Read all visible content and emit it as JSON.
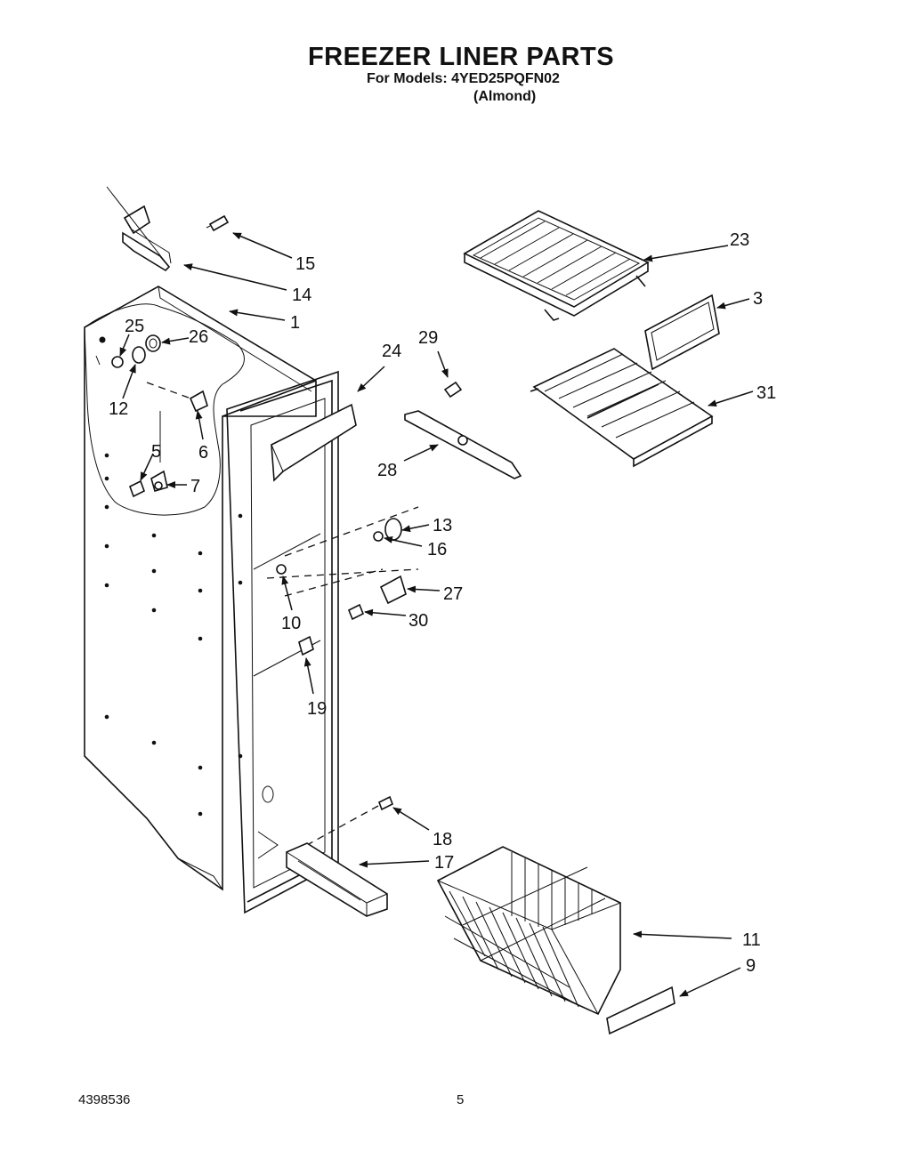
{
  "header": {
    "title": "FREEZER LINER PARTS",
    "models": "For Models: 4YED25PQFN02",
    "color": "(Almond)"
  },
  "footer": {
    "doc_number": "4398536",
    "page_number": "5"
  },
  "callouts": {
    "c1": "1",
    "c3": "3",
    "c5": "5",
    "c6": "6",
    "c7": "7",
    "c9": "9",
    "c10": "10",
    "c11": "11",
    "c12": "12",
    "c13": "13",
    "c14": "14",
    "c15": "15",
    "c16": "16",
    "c17": "17",
    "c18": "18",
    "c19": "19",
    "c23": "23",
    "c24": "24",
    "c25": "25",
    "c26": "26",
    "c27": "27",
    "c28": "28",
    "c29": "29",
    "c30": "30",
    "c31": "31"
  }
}
